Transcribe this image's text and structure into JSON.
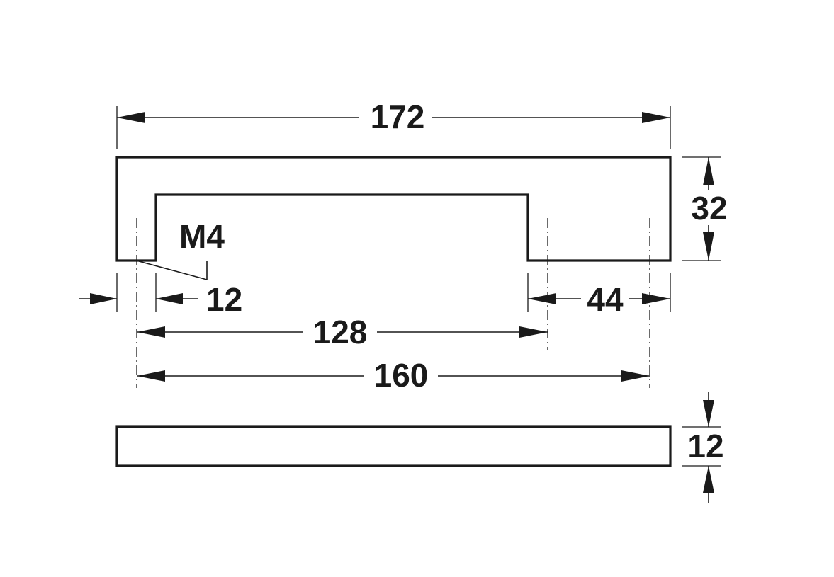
{
  "dimensions": {
    "overall_length": "172",
    "height": "32",
    "thread": "M4",
    "thread_offset": "12",
    "hole_spacing_inner": "128",
    "hole_spacing_outer": "160",
    "leg_width": "44",
    "bar_thickness": "12"
  },
  "colors": {
    "line": "#1a1a1a",
    "background": "#ffffff"
  }
}
